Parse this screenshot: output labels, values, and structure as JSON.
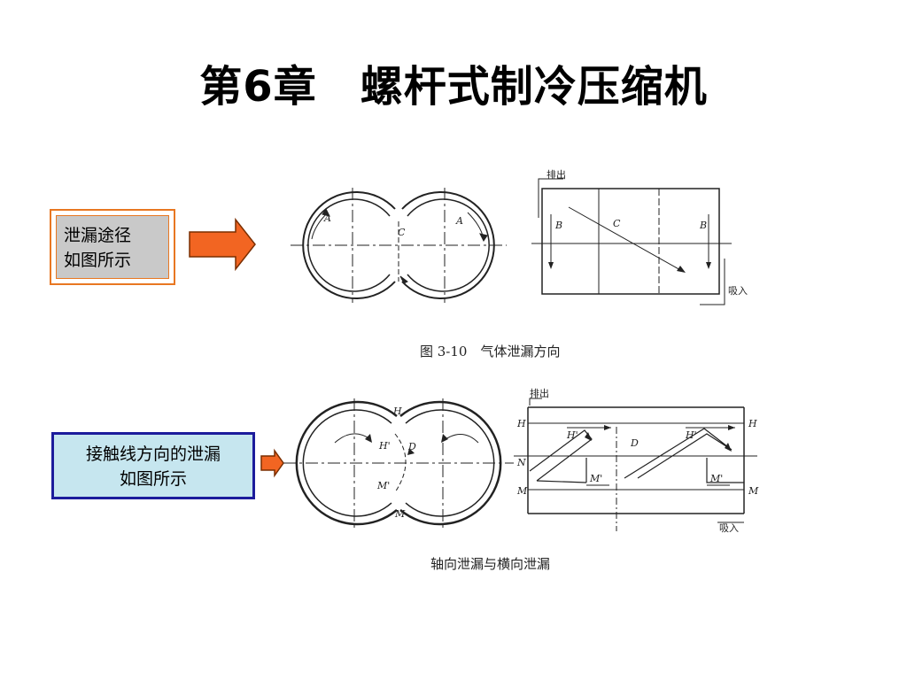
{
  "title": "第6章　螺杆式制冷压缩机",
  "callouts": {
    "leak_path_line1": "泄漏途径",
    "leak_path_line2": "如图所示",
    "contact_line1": "接触线方向的泄漏",
    "contact_line2": "如图所示"
  },
  "figure1": {
    "caption": "图 3-10　气体泄漏方向",
    "label_discharge": "排出",
    "label_suction": "吸入",
    "labels": {
      "a_left": "A",
      "a_right": "A",
      "c": "C",
      "b_left": "B",
      "b_right": "B",
      "c_diag": "C"
    }
  },
  "figure2": {
    "caption": "轴向泄漏与横向泄漏",
    "label_discharge": "排出",
    "label_suction": "吸入",
    "labels": {
      "h_top": "H",
      "h_prime": "H'",
      "d": "D",
      "m_prime": "M'",
      "m_bottom": "M",
      "h_left": "H",
      "h_right": "H",
      "n": "N",
      "m_left": "M",
      "m_right": "M",
      "h_prime_1": "H'",
      "h_prime_2": "H'",
      "m_prime_1": "M'",
      "m_prime_2": "M'",
      "d_right": "D"
    }
  },
  "colors": {
    "arrow_fill": "#f26522",
    "arrow_stroke": "#7a2e00",
    "callout1_border": "#e87722",
    "callout2_border": "#1c1c9c",
    "callout2_bg": "#c6e6ef"
  }
}
